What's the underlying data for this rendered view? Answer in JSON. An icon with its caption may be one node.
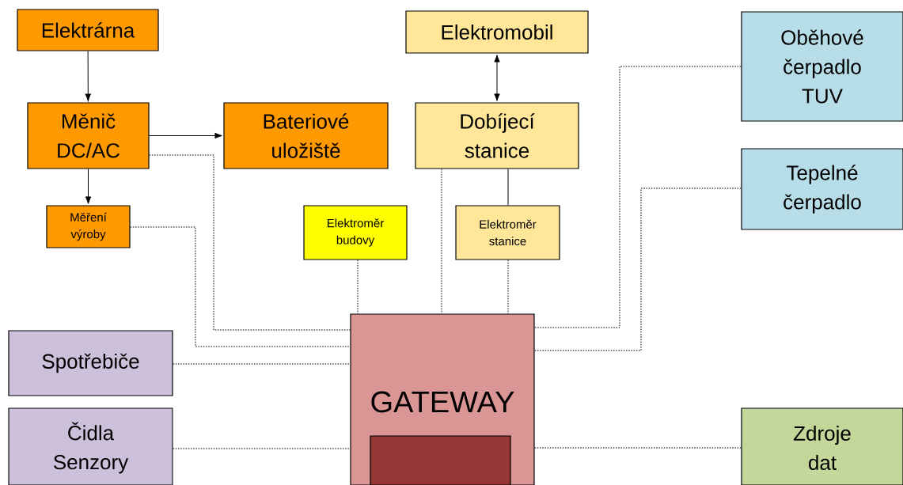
{
  "diagram": {
    "nodes": [
      {
        "text": [
          "Elektrárna"
        ]
      },
      {
        "text": [
          "Měnič DC/AC"
        ]
      },
      {
        "text": [
          "Bateriové uložiště"
        ]
      },
      {
        "text": [
          "Měření výroby"
        ]
      },
      {
        "text": [
          "Elektromobil"
        ]
      },
      {
        "text": [
          "Dobíjecí stanice"
        ]
      },
      {
        "text": [
          "Elektroměr budovy"
        ]
      },
      {
        "text": [
          "Elektroměr stanice"
        ]
      },
      {
        "text": [
          "Oběhové čerpadlo TUV"
        ]
      },
      {
        "text": [
          "Tepelné čerpadlo"
        ]
      },
      {
        "text": [
          "Spotřebiče"
        ]
      },
      {
        "text": [
          "GATEWAY"
        ]
      },
      {
        "text": [],
        "shape": "box",
        "in": 11
      },
      {
        "text": [
          "Čidla Senzory"
        ]
      },
      {
        "text": [
          "Zdroje dat"
        ]
      }
    ],
    "edges": [
      {
        "from": 0,
        "to": 1,
        "arrow": "to"
      },
      {
        "from": 1,
        "to": 2,
        "arrow": "to"
      },
      {
        "from": 1,
        "to": 3,
        "arrow": "to"
      },
      {
        "from": 4,
        "to": 5,
        "arrow": "both"
      },
      {
        "from": 5,
        "to": 7,
        "arrow": "none"
      },
      {
        "from": 1,
        "to": 11,
        "arrow": "none",
        "style": "dashed"
      },
      {
        "from": 3,
        "to": 11,
        "arrow": "none",
        "style": "dashed"
      },
      {
        "from": 6,
        "to": 11,
        "arrow": "none",
        "style": "dashed"
      },
      {
        "from": 5,
        "to": 11,
        "arrow": "none",
        "style": "dashed"
      },
      {
        "from": 7,
        "to": 11,
        "arrow": "none",
        "style": "dashed"
      },
      {
        "from": 8,
        "to": 11,
        "arrow": "none",
        "style": "dashed"
      },
      {
        "from": 9,
        "to": 11,
        "arrow": "none",
        "style": "dashed"
      },
      {
        "from": 10,
        "to": 11,
        "arrow": "none",
        "style": "dashed"
      },
      {
        "from": 13,
        "to": 11,
        "arrow": "none",
        "style": "dashed"
      },
      {
        "from": 11,
        "to": 14,
        "arrow": "none",
        "style": "dashed"
      }
    ]
  }
}
